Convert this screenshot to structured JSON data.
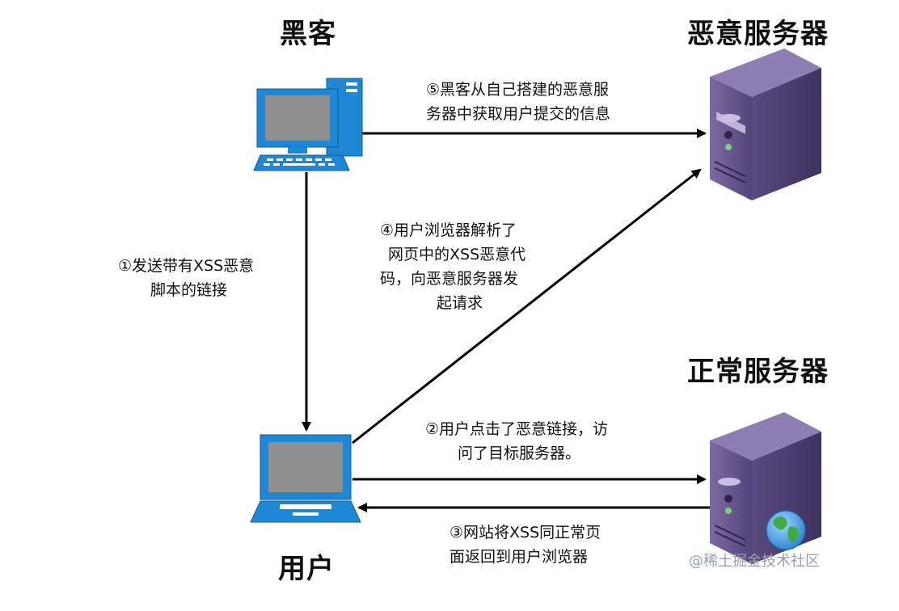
{
  "nodes": {
    "hacker": {
      "label": "黑客"
    },
    "malicious_server": {
      "label": "恶意服务器"
    },
    "normal_server": {
      "label": "正常服务器"
    },
    "user": {
      "label": "用户"
    }
  },
  "steps": [
    {
      "id": 1,
      "lines": [
        "①发送带有XSS恶意",
        "脚本的链接"
      ]
    },
    {
      "id": 2,
      "lines": [
        "②用户点击了恶意链接，访",
        "问了目标服务器。"
      ]
    },
    {
      "id": 3,
      "lines": [
        "③网站将XSS同正常页",
        "面返回到用户浏览器"
      ]
    },
    {
      "id": 4,
      "lines": [
        "④用户浏览器解析了",
        "网页中的XSS恶意代",
        "码，向恶意服务器发",
        "起请求"
      ]
    },
    {
      "id": 5,
      "lines": [
        "⑤黑客从自己搭建的恶意服",
        "务器中获取用户提交的信息"
      ]
    }
  ],
  "watermark": "@稀土掘金技术社区",
  "colors": {
    "computer_blue": "#1e88d4",
    "screen_gray": "#8f8f8f",
    "server_purple": "#6b5a8e",
    "server_dark": "#4a3d66",
    "arrow": "#000000"
  }
}
